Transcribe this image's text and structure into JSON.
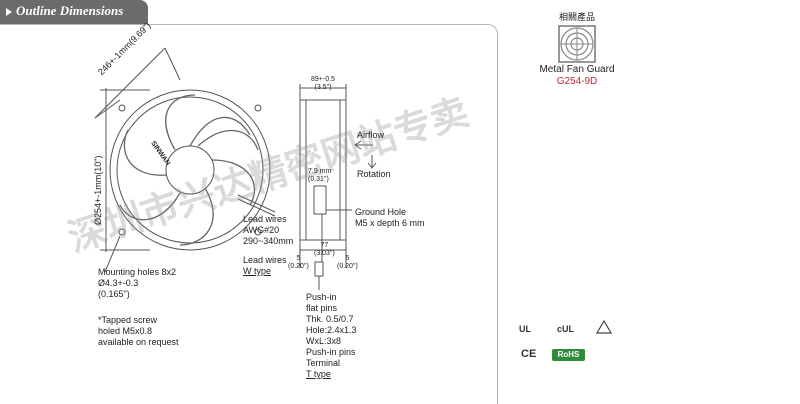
{
  "header": {
    "title": "Outline Dimensions",
    "watermark": "深圳市兴达精密网站专卖"
  },
  "front_view": {
    "top_dim": "246+-1mm(9.69\")",
    "side_dim": "Ø254+-1mm(10\")",
    "brand": "SINWAN",
    "mounting": [
      "Mounting holes 8x2",
      "Ø4.3+-0.3",
      "(0.165\")"
    ],
    "tapped": [
      "*Tapped screw",
      "holed M5x0.8",
      "available on request"
    ]
  },
  "side_view": {
    "width_dim": [
      "89+-0.5",
      "(3.5\")"
    ],
    "airflow": "Airflow",
    "rotation": "Rotation",
    "gap_dim": [
      "7.9 mm",
      "(0.31\")"
    ],
    "ground": [
      "Ground Hole",
      "M5 x depth 6 mm"
    ],
    "inner_dim": [
      "77",
      "(3.03\")"
    ],
    "left_dim": [
      "5",
      "(0.20\")"
    ],
    "right_dim": [
      "5",
      "(0.20\")"
    ]
  },
  "lead_wires": {
    "w_spec": [
      "Lead wires",
      "AWG#20",
      "290~340mm"
    ],
    "w_type": [
      "Lead wires",
      "W type"
    ],
    "t_type": [
      "Push-in",
      "flat pins",
      "Thk. 0.5/0.7",
      "Hole:2.4x1.3",
      "WxL:3x8",
      "Push-in pins",
      "Terminal",
      "T type"
    ]
  },
  "accessory": {
    "heading": "相關產品",
    "name": "Metal Fan Guard",
    "model": "G254-9D",
    "model_color": "#c0282d"
  },
  "certifications": [
    "UL",
    "cUL",
    "TÜV",
    "CE",
    "RoHS"
  ]
}
